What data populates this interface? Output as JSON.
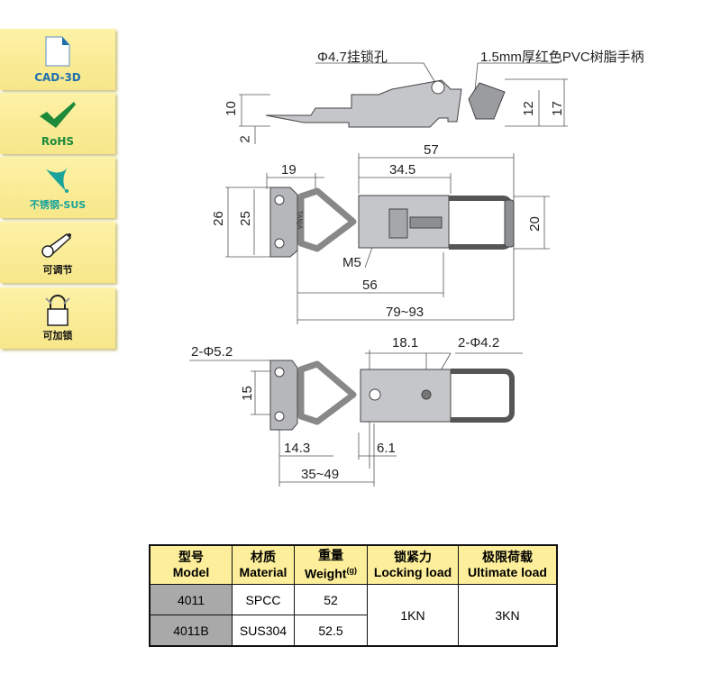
{
  "sidebar": {
    "items": [
      {
        "label": "CAD-3D",
        "icon": "document-icon",
        "color": "#1f6fae"
      },
      {
        "label": "RoHS",
        "icon": "checkmark-icon",
        "color": "#1d8a3a"
      },
      {
        "label": "不锈钢-SUS",
        "icon": "sparkle-icon",
        "color": "#1aa39a"
      },
      {
        "label": "可调节",
        "icon": "wrench-icon",
        "color": "#111111"
      },
      {
        "label": "可加锁",
        "icon": "padlock-icon",
        "color": "#111111"
      }
    ]
  },
  "drawing": {
    "side_view": {
      "hole_label": "Φ4.7挂锁孔",
      "handle_label": "1.5mm厚红色PVC树脂手柄",
      "dims": [
        "10",
        "2",
        "12",
        "17"
      ]
    },
    "top_view": {
      "brand": "TANJA",
      "dims": {
        "d57": "57",
        "d19": "19",
        "d34_5": "34.5",
        "d26": "26",
        "d25": "25",
        "d20": "20",
        "m5": "M5",
        "d56": "56",
        "d79_93": "79~93"
      }
    },
    "bottom_view": {
      "dims": {
        "holes_left": "2-Φ5.2",
        "d18_1": "18.1",
        "holes_right": "2-Φ4.2",
        "d15": "15",
        "d14_3": "14.3",
        "d6_1": "6.1",
        "d35_49": "35~49"
      }
    }
  },
  "table": {
    "headers": [
      {
        "cn": "型号",
        "en": "Model"
      },
      {
        "cn": "材质",
        "en": "Material"
      },
      {
        "cn": "重量",
        "en": "Weight",
        "unit": "(g)"
      },
      {
        "cn": "锁紧力",
        "en": "Locking load"
      },
      {
        "cn": "极限荷载",
        "en": "Ultimate load"
      }
    ],
    "rows": [
      {
        "model": "4011",
        "material": "SPCC",
        "weight": "52"
      },
      {
        "model": "4011B",
        "material": "SUS304",
        "weight": "52.5"
      }
    ],
    "locking_load": "1KN",
    "ultimate_load": "3KN"
  }
}
